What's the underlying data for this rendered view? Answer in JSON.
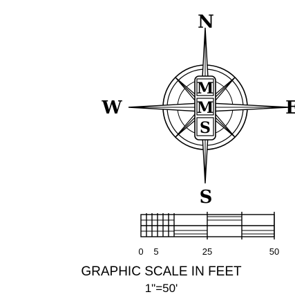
{
  "compass": {
    "north": "N",
    "west": "W",
    "east": "E",
    "south": "S",
    "monogram": [
      "M",
      "M",
      "S"
    ]
  },
  "scale": {
    "ticks": [
      "0",
      "5",
      "25",
      "50"
    ],
    "title": "GRAPHIC SCALE IN FEET",
    "ratio": "1\"=50'"
  },
  "colors": {
    "ink": "#000000",
    "background": "#ffffff"
  }
}
